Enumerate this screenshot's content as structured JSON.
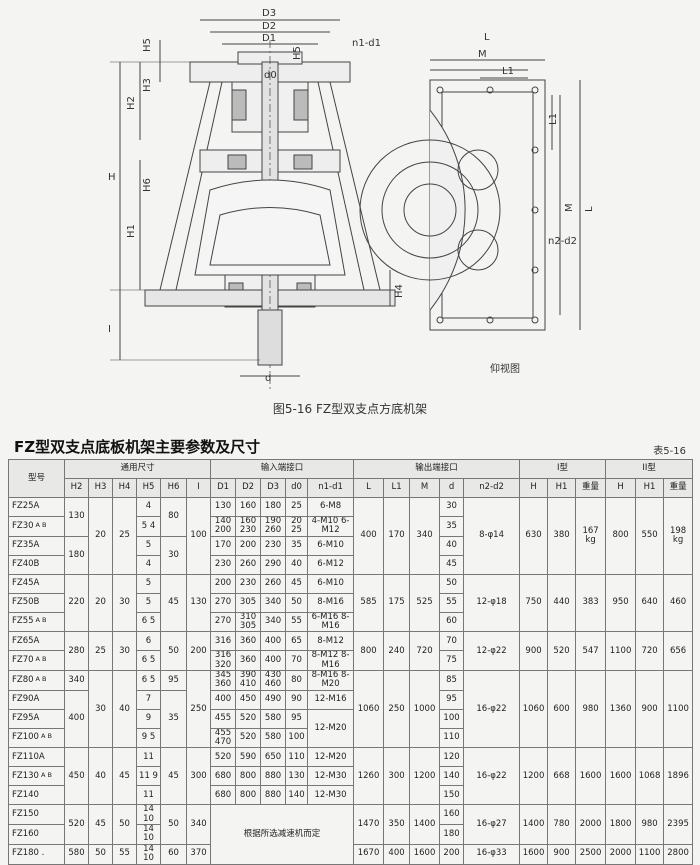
{
  "drawing": {
    "labels_left": [
      "D3",
      "D2",
      "D1",
      "H5",
      "H3",
      "H2",
      "H",
      "H6",
      "H1",
      "I",
      "d0",
      "H5",
      "n1-d1",
      "H4",
      "d"
    ],
    "labels_right": [
      "L",
      "M",
      "L1",
      "L1",
      "M",
      "L",
      "n2-d2"
    ],
    "bottom_view_label": "仰视图"
  },
  "figure_caption": "图5-16 FZ型双支点方底机架",
  "heading": "FZ型双支点底板机架主要参数及尺寸",
  "table_number": "表5-16",
  "groups": {
    "model": "型号",
    "common": "通用尺寸",
    "input": "输入端接口",
    "output": "输出端接口",
    "type1": "I型",
    "type2": "II型"
  },
  "subheaders": [
    "H2",
    "H3",
    "H4",
    "H5",
    "H6",
    "I",
    "D1",
    "D2",
    "D3",
    "d0",
    "n1-d1",
    "L",
    "L1",
    "M",
    "d",
    "n2-d2",
    "H",
    "H1",
    "重量",
    "H",
    "H1",
    "重量"
  ],
  "rows": [
    {
      "m": "FZ25A",
      "ab": "",
      "H5": "4",
      "D1": "130",
      "D2": "160",
      "D3": "180",
      "d0": "25",
      "n1": "6-M8",
      "d": "30"
    },
    {
      "m": "FZ30",
      "ab": "A B",
      "H5": "5 4",
      "D1": "140 200",
      "D2": "160 230",
      "D3": "190 260",
      "d0": "20 25",
      "n1": "4-M10 6-M12",
      "d": "35"
    },
    {
      "m": "FZ35A",
      "ab": "",
      "H5": "5",
      "D1": "170",
      "D2": "200",
      "D3": "230",
      "d0": "35",
      "n1": "6-M10",
      "d": "40"
    },
    {
      "m": "FZ40B",
      "ab": "",
      "H5": "4",
      "D1": "230",
      "D2": "260",
      "D3": "290",
      "d0": "40",
      "n1": "6-M12",
      "d": "45"
    },
    {
      "m": "FZ45A",
      "ab": "",
      "H5": "5",
      "D1": "200",
      "D2": "230",
      "D3": "260",
      "d0": "45",
      "n1": "6-M10",
      "d": "50"
    },
    {
      "m": "FZ50B",
      "ab": "",
      "H5": "5",
      "D1": "270",
      "D2": "305",
      "D3": "340",
      "d0": "50",
      "n1": "8-M16",
      "d": "55"
    },
    {
      "m": "FZ55",
      "ab": "A B",
      "H5": "6 5",
      "D1": "270",
      "D2": "310 305",
      "D3": "340",
      "d0": "55",
      "n1": "6-M16 8-M16",
      "d": "60"
    },
    {
      "m": "FZ65A",
      "ab": "",
      "H5": "6",
      "D1": "316",
      "D2": "360",
      "D3": "400",
      "d0": "65",
      "n1": "8-M12",
      "d": "70"
    },
    {
      "m": "FZ70",
      "ab": "A B",
      "H5": "6 5",
      "D1": "316 320",
      "D2": "360",
      "D3": "400",
      "d0": "70",
      "n1": "8-M12 8-M16",
      "d": "75"
    },
    {
      "m": "FZ80",
      "ab": "A B",
      "H5": "6 5",
      "D1": "345 360",
      "D2": "390 410",
      "D3": "430 460",
      "d0": "80",
      "n1": "8-M16 8-M20",
      "d": "85"
    },
    {
      "m": "FZ90A",
      "ab": "",
      "H5": "7",
      "D1": "400",
      "D2": "450",
      "D3": "490",
      "d0": "90",
      "n1": "12-M16",
      "d": "95"
    },
    {
      "m": "FZ95A",
      "ab": "",
      "H5": "9",
      "D1": "455",
      "D2": "520",
      "D3": "580",
      "d0": "95",
      "n1": "",
      "d": "100"
    },
    {
      "m": "FZ100",
      "ab": "A B",
      "H5": "9 5",
      "D1": "455 470",
      "D2": "520",
      "D3": "580",
      "d0": "100",
      "n1": "",
      "d": "110"
    },
    {
      "m": "FZ110A",
      "ab": "",
      "H5": "11",
      "D1": "520",
      "D2": "590",
      "D3": "650",
      "d0": "110",
      "n1": "12-M20",
      "d": "120"
    },
    {
      "m": "FZ130",
      "ab": "A B",
      "H5": "11 9",
      "D1": "680",
      "D2": "800",
      "D3": "880",
      "d0": "130",
      "n1": "12-M30",
      "d": "140"
    },
    {
      "m": "FZ140",
      "ab": "",
      "H5": "11",
      "D1": "680",
      "D2": "800",
      "D3": "880",
      "d0": "140",
      "n1": "12-M30",
      "d": "150"
    },
    {
      "m": "FZ150",
      "ab": "",
      "H5": "14 10",
      "d": "160"
    },
    {
      "m": "FZ160",
      "ab": "",
      "H5": "14 10",
      "d": "180"
    },
    {
      "m": "FZ180",
      "ab": "",
      "H5": "14 10",
      "d": "200"
    }
  ],
  "merged": {
    "fz95_100_n1": "12-M20",
    "note_150_180": "根据所选减速机而定",
    "g1": {
      "H2a": "130",
      "H2b": "180",
      "H3": "20",
      "H4": "25",
      "H6a": "80",
      "H6b": "30",
      "I": "100",
      "L": "400",
      "L1": "170",
      "M": "340",
      "n2": "8-φ14",
      "H": "630",
      "H1": "380",
      "W": "167 kg",
      "IIH": "800",
      "IIH1": "550",
      "IIW": "198 kg"
    },
    "g2": {
      "H2": "220",
      "H3": "20",
      "H4": "30",
      "H6": "45",
      "I": "130",
      "L": "585",
      "L1": "175",
      "M": "525",
      "n2": "12-φ18",
      "H": "750",
      "H1": "440",
      "W": "383",
      "IIH": "950",
      "IIH1": "640",
      "IIW": "460"
    },
    "g3": {
      "H2": "280",
      "H3": "25",
      "H4": "30",
      "H6": "50",
      "I": "200",
      "L": "800",
      "L1": "240",
      "M": "720",
      "n2": "12-φ22",
      "H": "900",
      "H1": "520",
      "W": "547",
      "IIH": "1100",
      "IIH1": "720",
      "IIW": "656"
    },
    "g4": {
      "H2a": "340",
      "H2b": "400",
      "H3": "30",
      "H4": "40",
      "H6a": "95",
      "H6b": "35",
      "I": "250",
      "L": "1060",
      "L1": "250",
      "M": "1000",
      "n2": "16-φ22",
      "H": "1060",
      "H1": "600",
      "W": "980",
      "IIH": "1360",
      "IIH1": "900",
      "IIW": "1100"
    },
    "g5": {
      "H2": "450",
      "H3": "40",
      "H4": "45",
      "H6": "45",
      "I": "300",
      "L": "1260",
      "L1": "300",
      "M": "1200",
      "n2": "16-φ22",
      "H": "1200",
      "H1": "668",
      "W": "1600",
      "IIH": "1600",
      "IIH1": "1068",
      "IIW": "1896"
    },
    "r150": {
      "H2": "520",
      "H3": "45",
      "H4": "50",
      "H6": "50",
      "I": "340"
    },
    "r150_160": {
      "L": "1470",
      "L1": "350",
      "M": "1400",
      "n2": "16-φ27",
      "H": "1400",
      "H1": "780",
      "W": "2000",
      "IIH": "1800",
      "IIH1": "980",
      "IIW": "2395"
    },
    "r180": {
      "H2": "580",
      "H3": "50",
      "H4": "55",
      "H6": "60",
      "I": "370",
      "L": "1670",
      "L1": "400",
      "M": "1600",
      "n2": "16-φ33",
      "H": "1600",
      "H1": "900",
      "W": "2500",
      "IIH": "2000",
      "IIH1": "1100",
      "IIW": "2800"
    },
    "r180_dot": "."
  }
}
